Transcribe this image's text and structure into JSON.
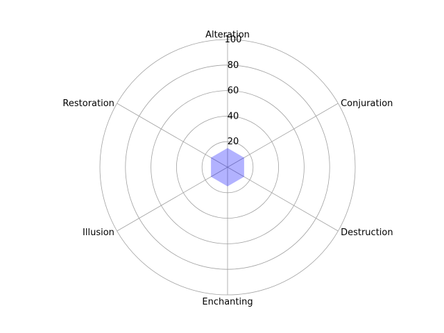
{
  "chart_data": {
    "type": "radar",
    "title": "",
    "categories": [
      "Alteration",
      "Conjuration",
      "Destruction",
      "Enchanting",
      "Illusion",
      "Restoration"
    ],
    "series": [
      {
        "values": [
          15,
          15,
          15,
          15,
          15,
          15
        ],
        "color": "#0000ff",
        "opacity": 0.3
      }
    ],
    "rlim": [
      0,
      100
    ],
    "rticks": [
      20,
      40,
      60,
      80,
      100
    ],
    "rtick_labels": [
      "20",
      "40",
      "60",
      "80",
      "100"
    ],
    "grid": true
  },
  "colors": {
    "grid": "#a0a0a0",
    "fill": "#0000ff"
  }
}
